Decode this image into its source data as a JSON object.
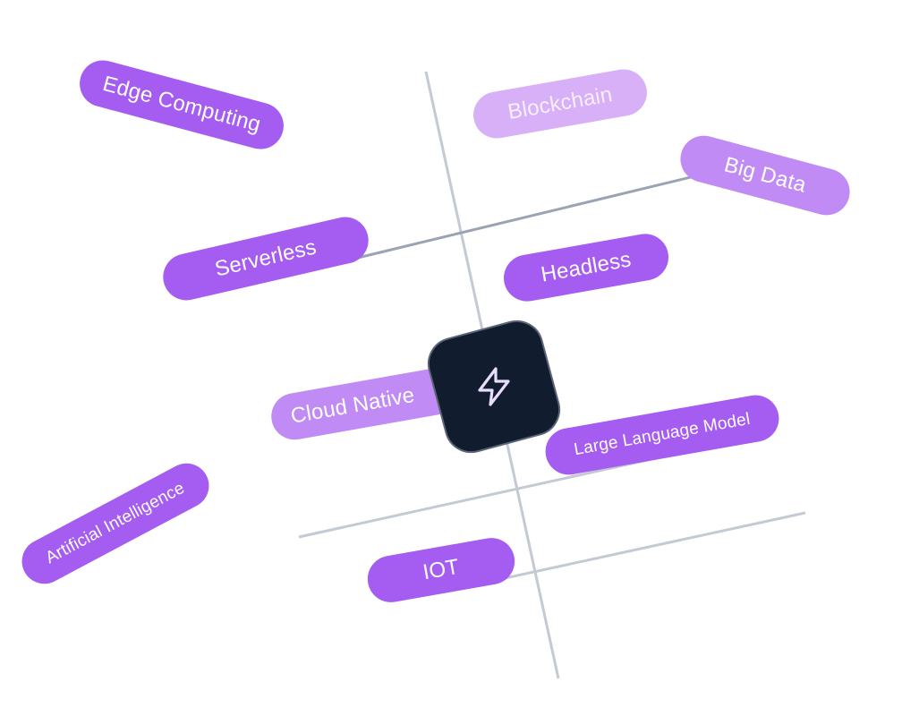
{
  "colors": {
    "pill_solid": "#a55cf0",
    "pill_soft": "#c08bf5",
    "pill_faint": "#d7b0f8",
    "hub_bg": "#111c2e",
    "grid_line": "#b8c0cc",
    "grid_line_dark": "#9aa3b2"
  },
  "hub": {
    "icon": "lightning-bolt-icon"
  },
  "tags": {
    "edge_computing": "Edge Computing",
    "blockchain": "Blockchain",
    "big_data": "Big Data",
    "serverless": "Serverless",
    "headless": "Headless",
    "cloud_native": "Cloud Native",
    "large_language_model": "Large Language Model",
    "artificial_intelligence": "Artificial Intelligence",
    "iot": "IOT"
  }
}
